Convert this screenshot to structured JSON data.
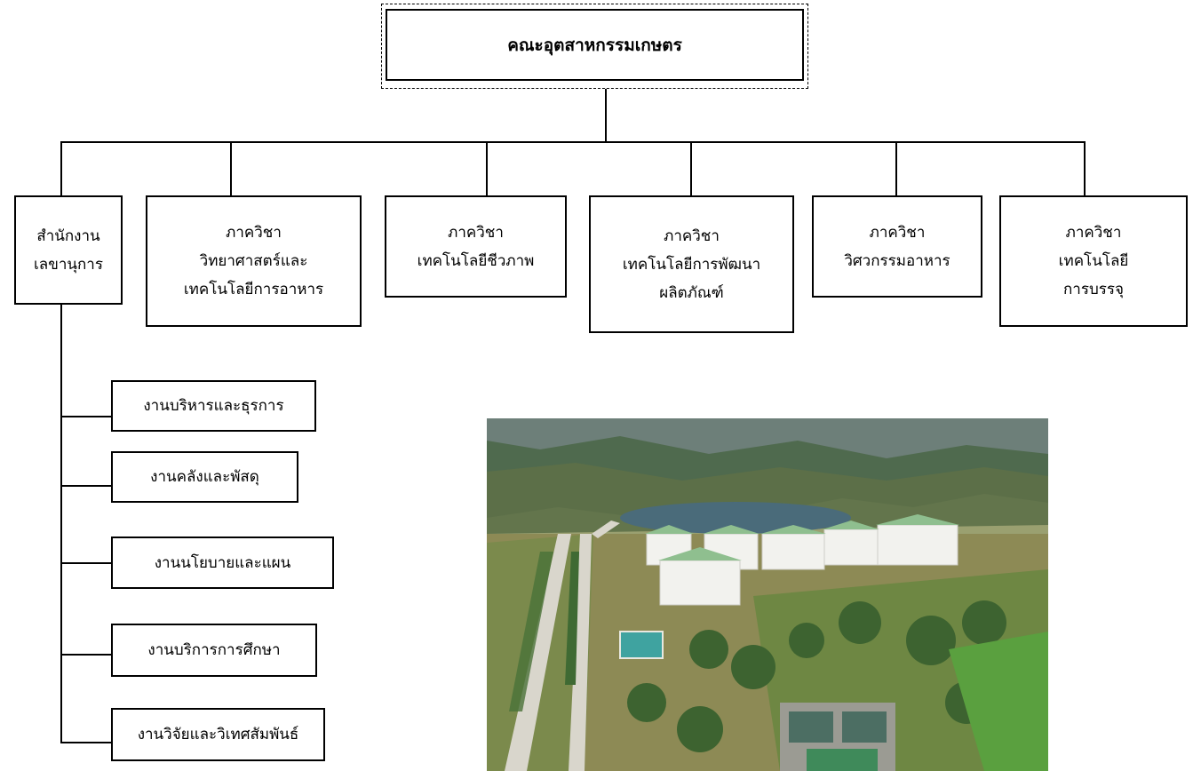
{
  "root": {
    "label": "คณะอุตสาหกรรมเกษตร"
  },
  "departments": [
    {
      "lines": [
        "สำนักงาน",
        "เลขานุการ"
      ]
    },
    {
      "lines": [
        "ภาควิชา",
        "วิทยาศาสตร์และ",
        "เทคโนโลยีการอาหาร"
      ]
    },
    {
      "lines": [
        "ภาควิชา",
        "เทคโนโลยีชีวภาพ"
      ]
    },
    {
      "lines": [
        "ภาควิชา",
        "เทคโนโลยีการพัฒนา",
        "ผลิตภัณฑ์"
      ]
    },
    {
      "lines": [
        "ภาควิชา",
        "วิศวกรรมอาหาร"
      ]
    },
    {
      "lines": [
        "ภาควิชา",
        "เทคโนโลยี",
        "การบรรจุ"
      ]
    }
  ],
  "office_units": [
    {
      "label": "งานบริหารและธุรการ"
    },
    {
      "label": "งานคลังและพัสดุ"
    },
    {
      "label": "งานนโยบายและแผน"
    },
    {
      "label": "งานบริการการศึกษา"
    },
    {
      "label": "งานวิจัยและวิเทศสัมพันธ์"
    }
  ],
  "colors": {
    "line": "#000000",
    "box_border": "#000000",
    "background": "#ffffff"
  }
}
